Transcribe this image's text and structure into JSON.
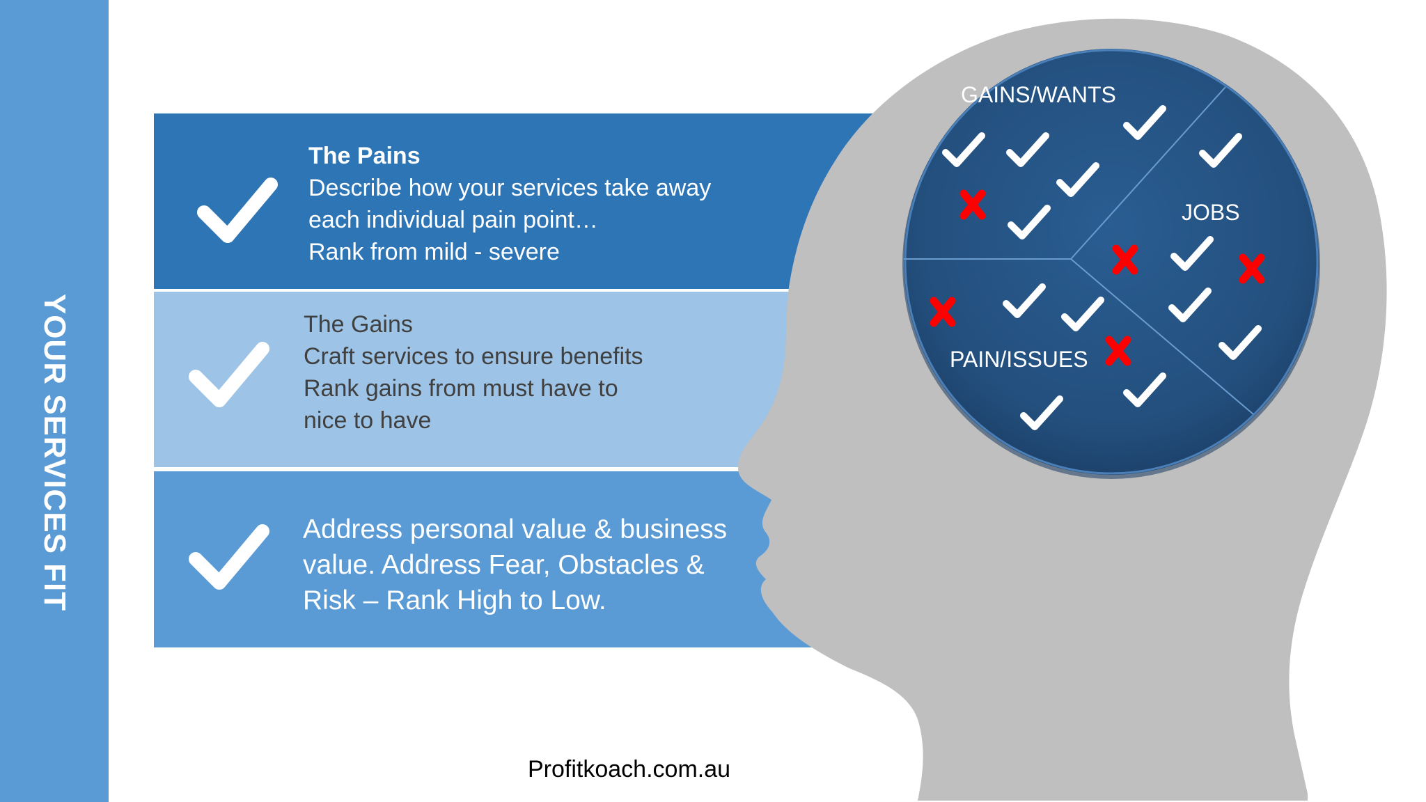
{
  "sidebar": {
    "title": "YOUR  SERVICES FIT"
  },
  "bands": {
    "pains": {
      "heading": "The Pains",
      "lines": [
        "Describe how your services take away",
        "each individual pain point…",
        "Rank from mild - severe"
      ]
    },
    "gains": {
      "lines": [
        "The Gains",
        "Craft services to ensure benefits",
        "Rank gains from must have to",
        "nice to have"
      ]
    },
    "value": {
      "lines": [
        "Address personal value & business",
        "value. Address Fear, Obstacles &",
        "Risk – Rank High to Low."
      ]
    }
  },
  "brain": {
    "labels": {
      "gains": "GAINS/WANTS",
      "jobs": "JOBS",
      "pain": "PAIN/ISSUES"
    }
  },
  "footer": {
    "url": "Profitkoach.com.au"
  },
  "colors": {
    "sidebar": "#5b9bd5",
    "pains_band": "#2e75b6",
    "gains_band": "#9dc3e6",
    "value_band": "#5b9bd5",
    "head": "#bfbfbf",
    "brain": "#24527f",
    "cross": "#ff0000"
  },
  "icons": {
    "check": "check-icon",
    "cross": "cross-icon"
  }
}
